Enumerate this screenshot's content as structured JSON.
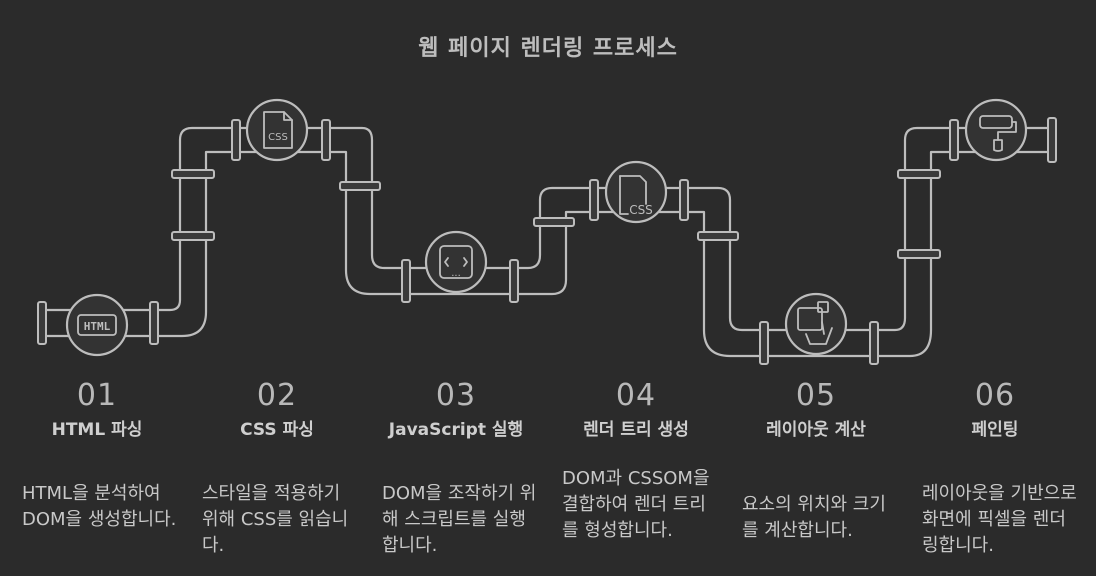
{
  "title": "웹 페이지 렌더링 프로세스",
  "steps": [
    {
      "num": "01",
      "name": "HTML 파싱",
      "desc": "HTML을 분석하여 DOM을 생성합니다.",
      "icon": "html-icon"
    },
    {
      "num": "02",
      "name": "CSS 파싱",
      "desc": "스타일을 적용하기 위해 CSS를 읽습니다.",
      "icon": "css-file-icon"
    },
    {
      "num": "03",
      "name": "JavaScript 실행",
      "desc": "DOM을 조작하기 위해 스크립트를 실행합니다.",
      "icon": "code-window-icon"
    },
    {
      "num": "04",
      "name": "렌더 트리 생성",
      "desc": "DOM과 CSSOM을 결합하여 렌더 트리를 형성합니다.",
      "icon": "css-document-icon"
    },
    {
      "num": "05",
      "name": "레이아웃 계산",
      "desc": "요소의 위치와 크기를 계산합니다.",
      "icon": "layout-touch-icon"
    },
    {
      "num": "06",
      "name": "페인팅",
      "desc": "레이아웃을 기반으로 화면에 픽셀을 렌더링합니다.",
      "icon": "paint-roller-icon"
    }
  ],
  "colors": {
    "background": "#2b2b2b",
    "line": "#bdbdbd",
    "pipe_fill": "#3a3a3a"
  }
}
